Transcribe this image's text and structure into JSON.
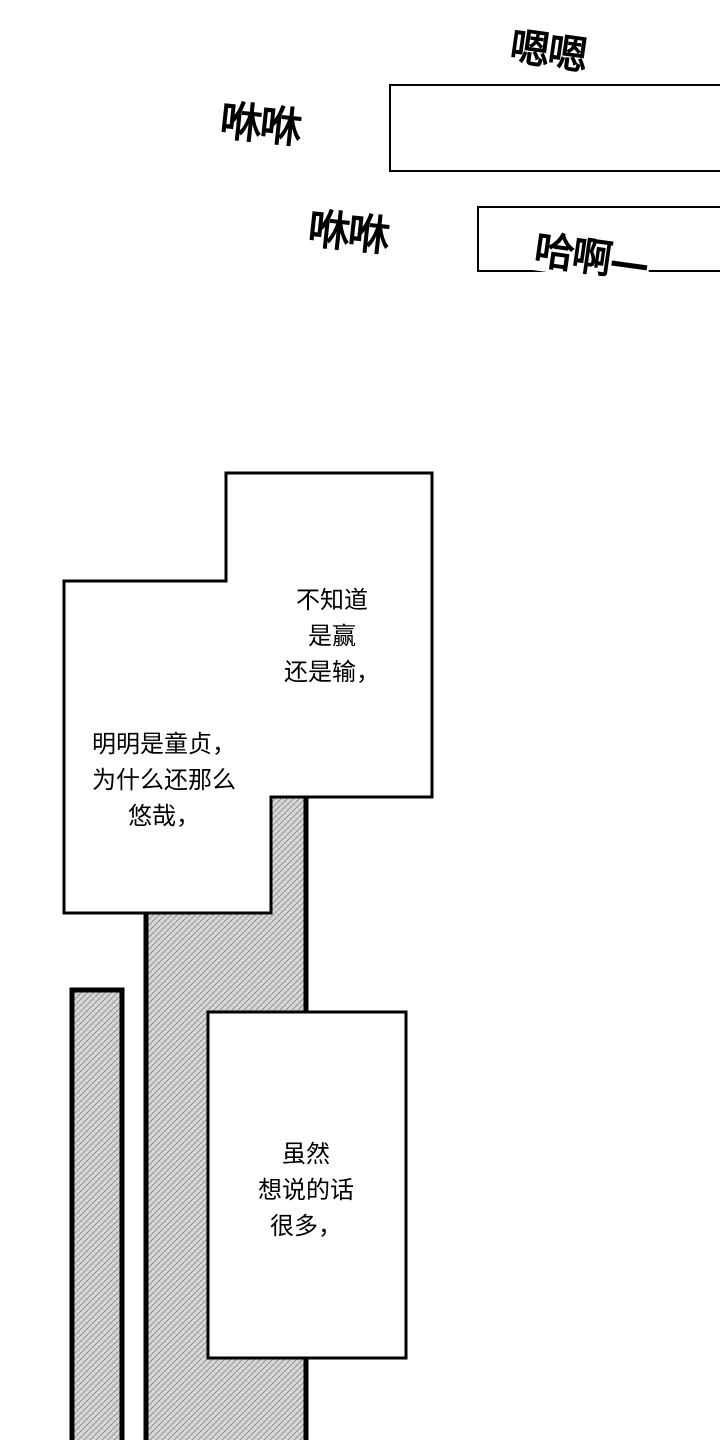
{
  "sfx": {
    "en_en": "嗯嗯",
    "xiu_xiu_1": "咻咻",
    "xiu_xiu_2": "咻咻",
    "ha_a": "哈啊—"
  },
  "captions": {
    "box_one": [
      "不知道",
      "是赢",
      "还是输，"
    ],
    "box_two": [
      "明明是童贞，",
      "为什么还那么",
      "悠哉，"
    ],
    "box_three": [
      "虽然",
      "想说的话",
      "很多，"
    ]
  },
  "colors": {
    "ink": "#000000",
    "paper": "#ffffff",
    "screentone": "#9a9a9a"
  }
}
